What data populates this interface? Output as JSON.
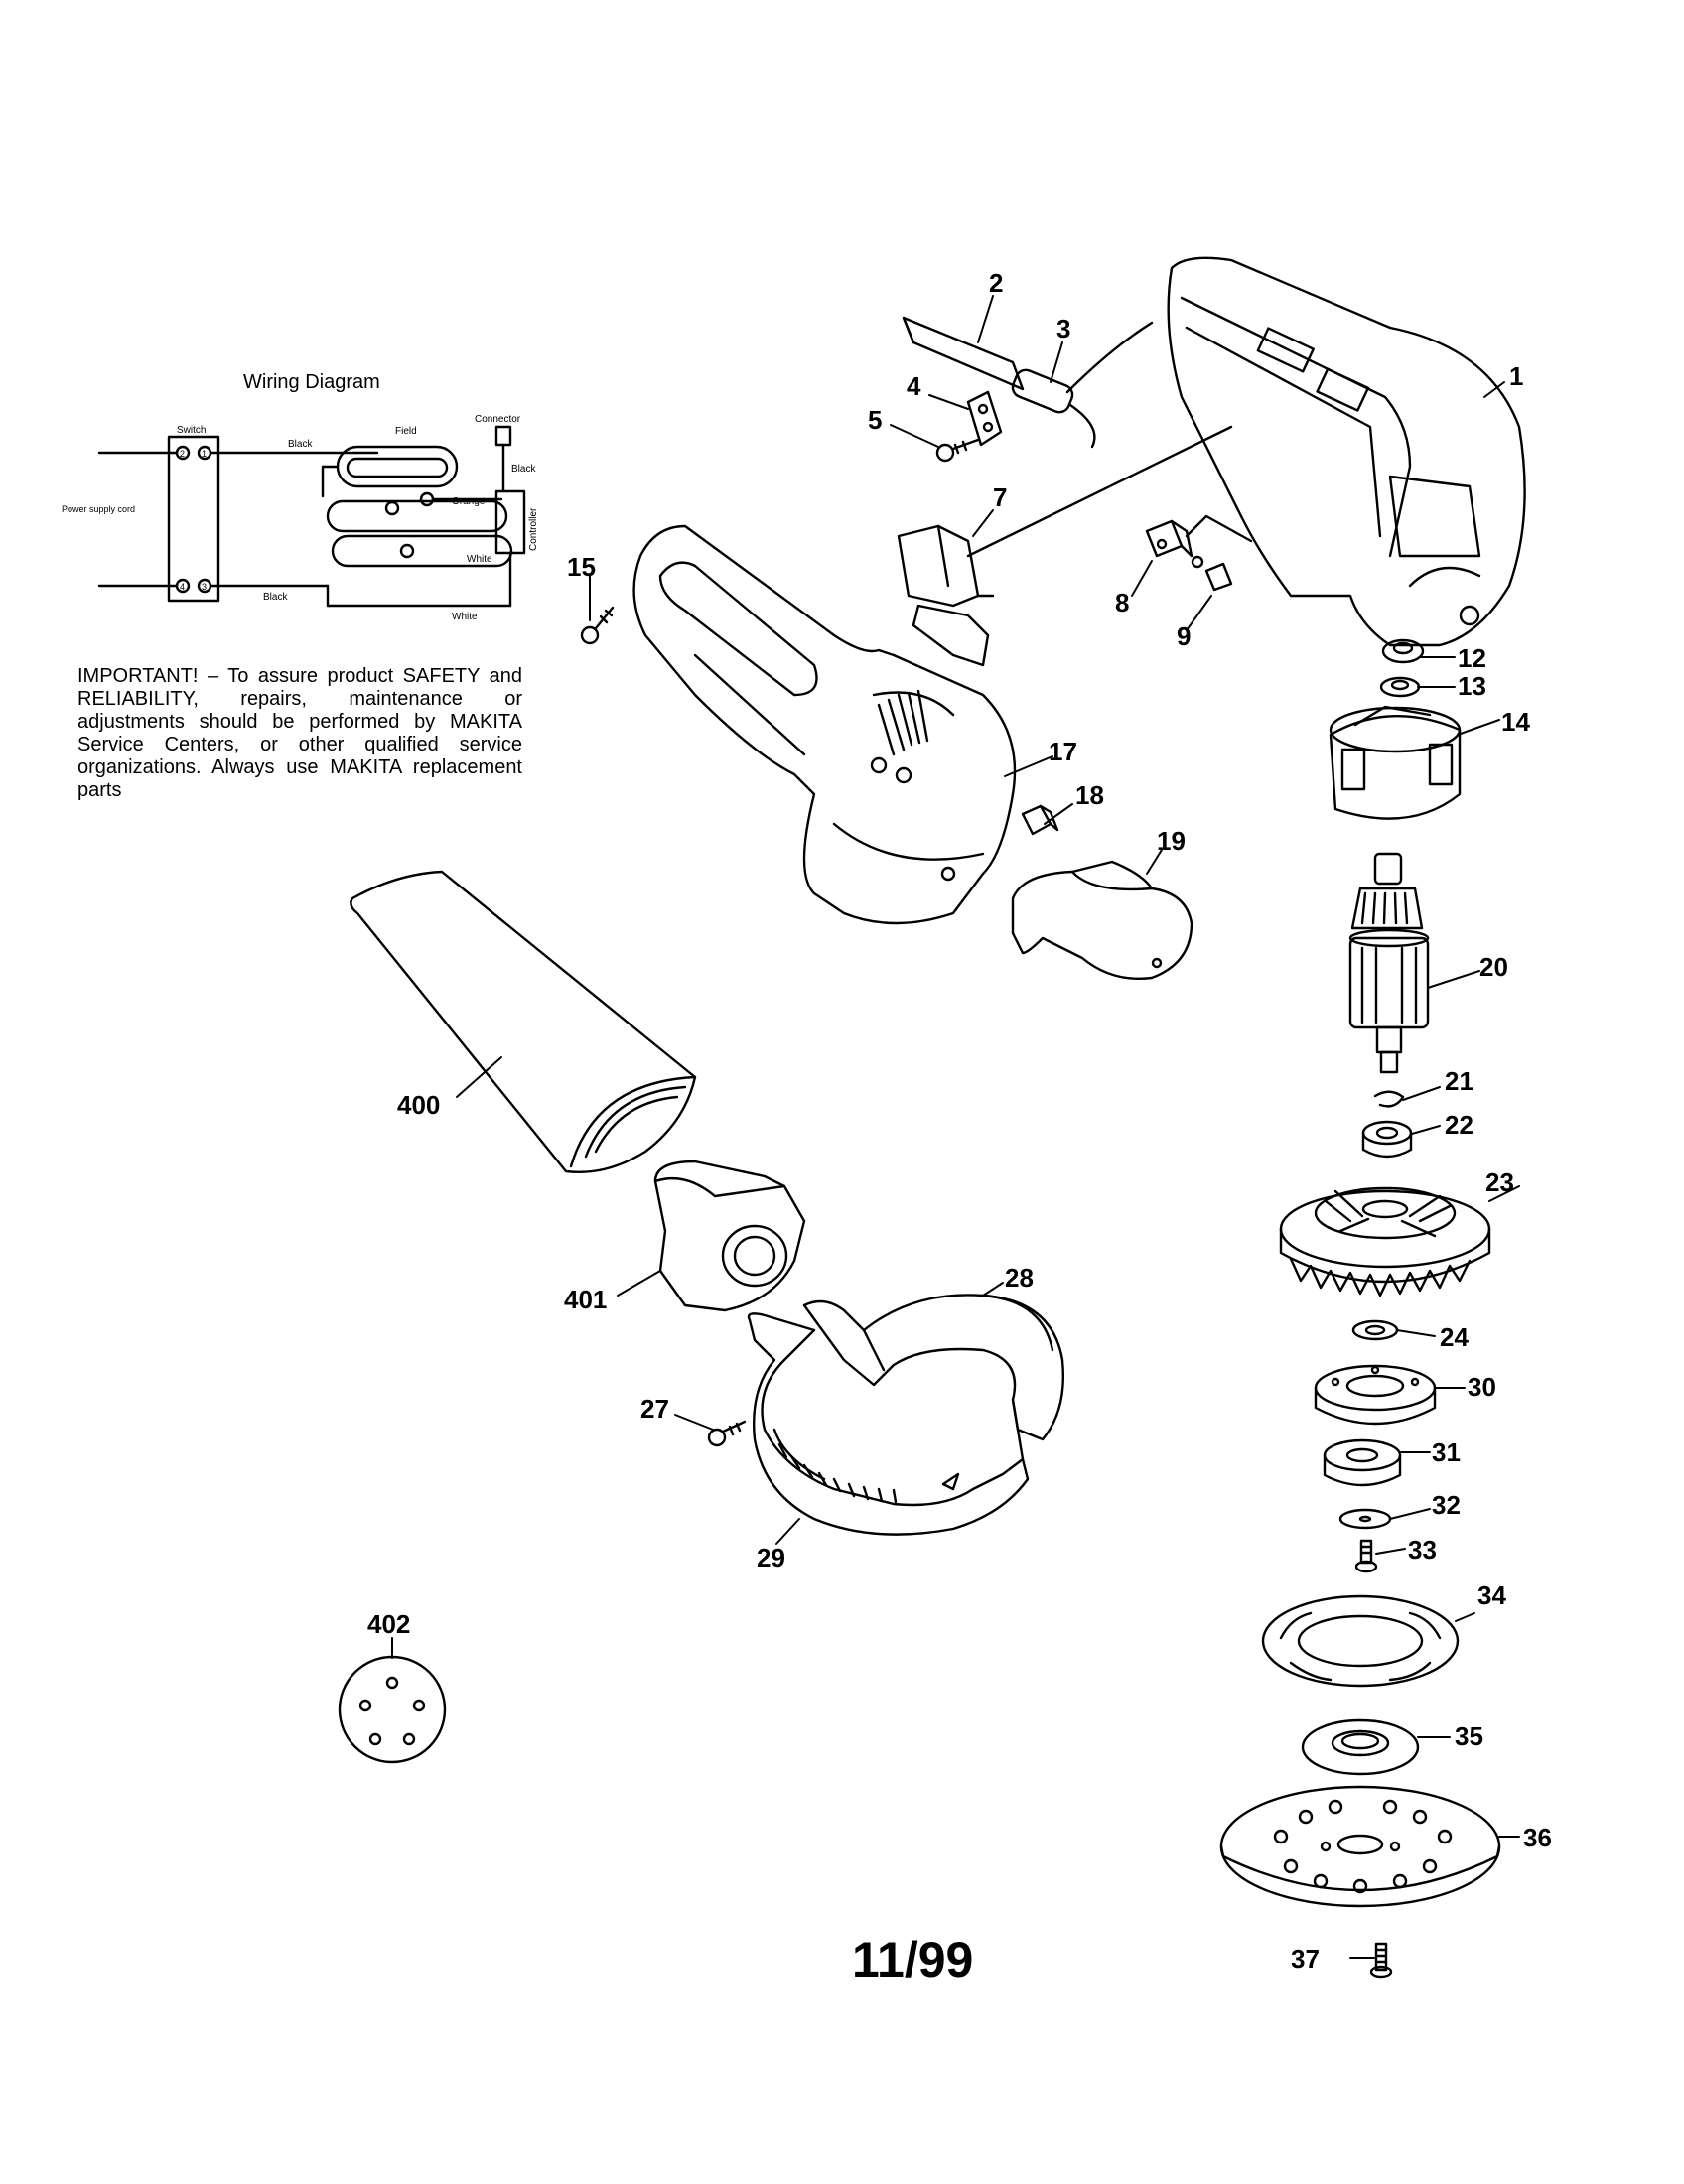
{
  "wiring_diagram": {
    "title": "Wiring Diagram",
    "labels": {
      "switch": "Switch",
      "field": "Field",
      "connector": "Connector",
      "controller": "Controller",
      "power_supply_cord": "Power supply cord",
      "black_top": "Black",
      "black_right": "Black",
      "black_bottom": "Black",
      "orange": "Orange",
      "white_inner": "White",
      "white_bottom": "White",
      "term1": "1",
      "term2": "2",
      "term3": "3",
      "term4": "4"
    }
  },
  "notice": "IMPORTANT! – To assure product SAFETY and RELIABILITY, repairs, maintenance or adjustments should be performed by MAKITA Service Centers, or other qualified service organizations. Always use MAKITA replacement parts",
  "date_code": "11/99",
  "part_labels": {
    "p1": "1",
    "p2": "2",
    "p3": "3",
    "p4": "4",
    "p5": "5",
    "p7": "7",
    "p8": "8",
    "p9": "9",
    "p12": "12",
    "p13": "13",
    "p14": "14",
    "p15": "15",
    "p17": "17",
    "p18": "18",
    "p19": "19",
    "p20": "20",
    "p21": "21",
    "p22": "22",
    "p23": "23",
    "p24": "24",
    "p27": "27",
    "p28": "28",
    "p29": "29",
    "p30": "30",
    "p31": "31",
    "p32": "32",
    "p33": "33",
    "p34": "34",
    "p35": "35",
    "p36": "36",
    "p37": "37",
    "p400": "400",
    "p401": "401",
    "p402": "402"
  }
}
